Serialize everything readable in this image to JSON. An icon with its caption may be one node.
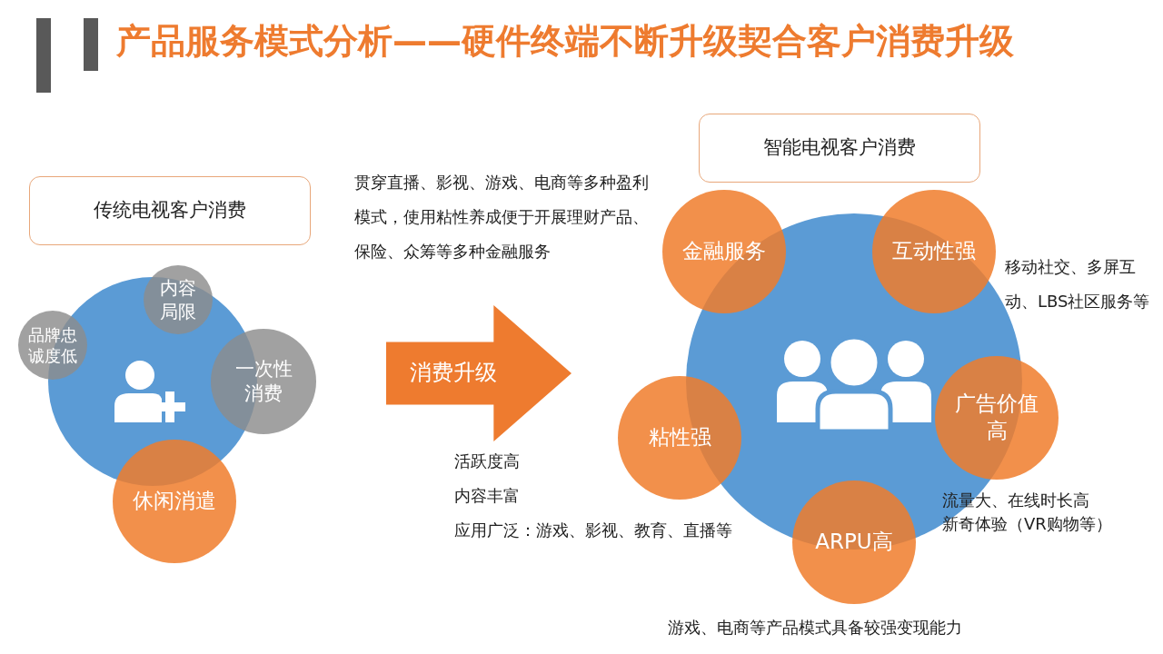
{
  "diagram": {
    "title": "产品服务模式分析——硬件终端不断升级契合客户消费升级",
    "nodes": [
      {
        "text": [
          "传统电视客户消费"
        ]
      },
      {
        "text": [],
        "shape": "circle"
      },
      {
        "text": [
          "内容局限"
        ]
      },
      {
        "text": [
          "品牌忠诚度低"
        ]
      },
      {
        "text": [
          "一次性消费"
        ]
      },
      {
        "text": [
          "休闲消遣"
        ]
      },
      {
        "text": [
          "消费升级"
        ]
      },
      {
        "text": [
          "智能电视客户消费"
        ]
      },
      {
        "text": [],
        "shape": "circle"
      },
      {
        "text": [
          "金融服务"
        ],
        "beside": [
          "贯穿直播、影视、游戏、电商等多种盈利模式，使用粘性养成便于开展理财产品、保险、众筹等多种金融服务"
        ]
      },
      {
        "text": [
          "互动性强"
        ],
        "beside": [
          "移动社交、多屏互动、LBS社区服务等"
        ]
      },
      {
        "text": [
          "粘性强"
        ]
      },
      {
        "text": [
          "广告价值高"
        ],
        "beside": [
          "流量大、在线时长高",
          "新奇体验（VR购物等）"
        ]
      },
      {
        "text": [
          "ARPU高"
        ],
        "beside": [
          "游戏、电商等产品模式具备较强变现能力"
        ]
      }
    ],
    "edges": [],
    "labels": [
      "活跃度高",
      "内容丰富",
      "应用广泛：游戏、影视、教育、直播等"
    ]
  }
}
